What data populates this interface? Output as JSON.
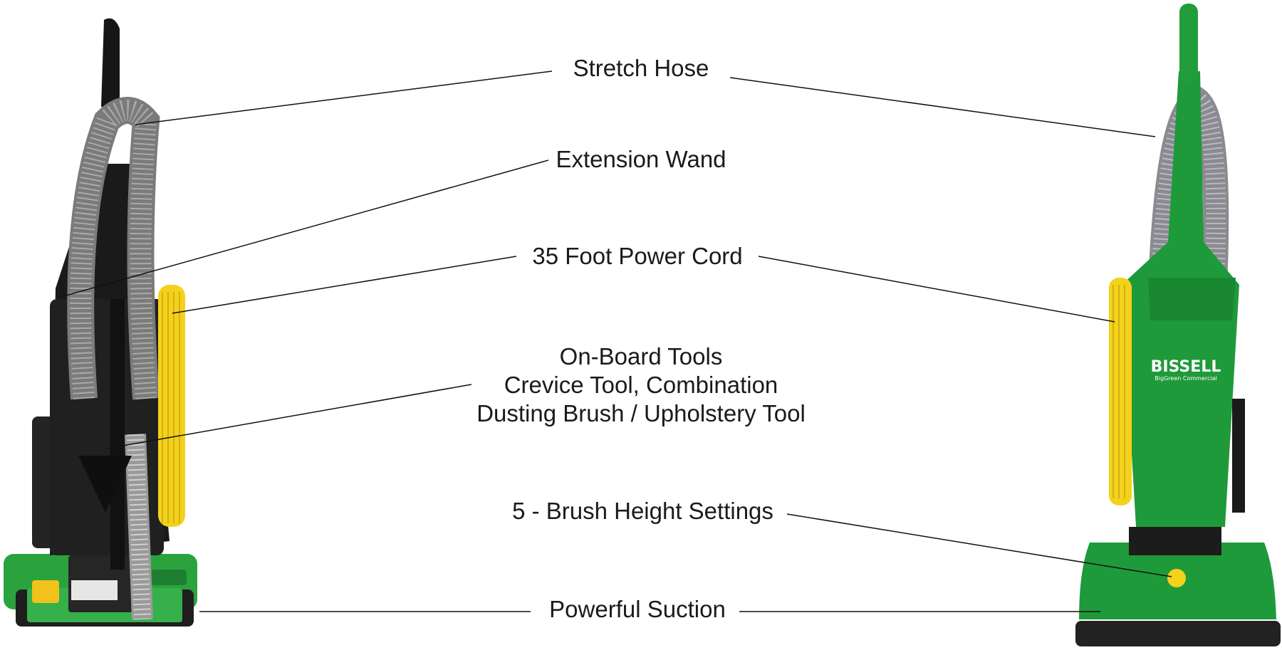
{
  "callouts": {
    "stretch_hose": "Stretch Hose",
    "extension_wand": "Extension Wand",
    "power_cord": "35 Foot Power Cord",
    "onboard_tools": {
      "line1": "On-Board Tools",
      "line2": "Crevice Tool, Combination",
      "line3": "Dusting Brush / Upholstery Tool"
    },
    "brush_height": "5 - Brush Height Settings",
    "suction": "Powerful Suction"
  },
  "brand": {
    "logo": "BISSELL",
    "sub": "BigGreen Commercial"
  },
  "colors": {
    "vacuum_green": "#1f9a3a",
    "vacuum_dark": "#1c1e1b",
    "cord_yellow": "#f3d21c",
    "line": "#111111"
  }
}
